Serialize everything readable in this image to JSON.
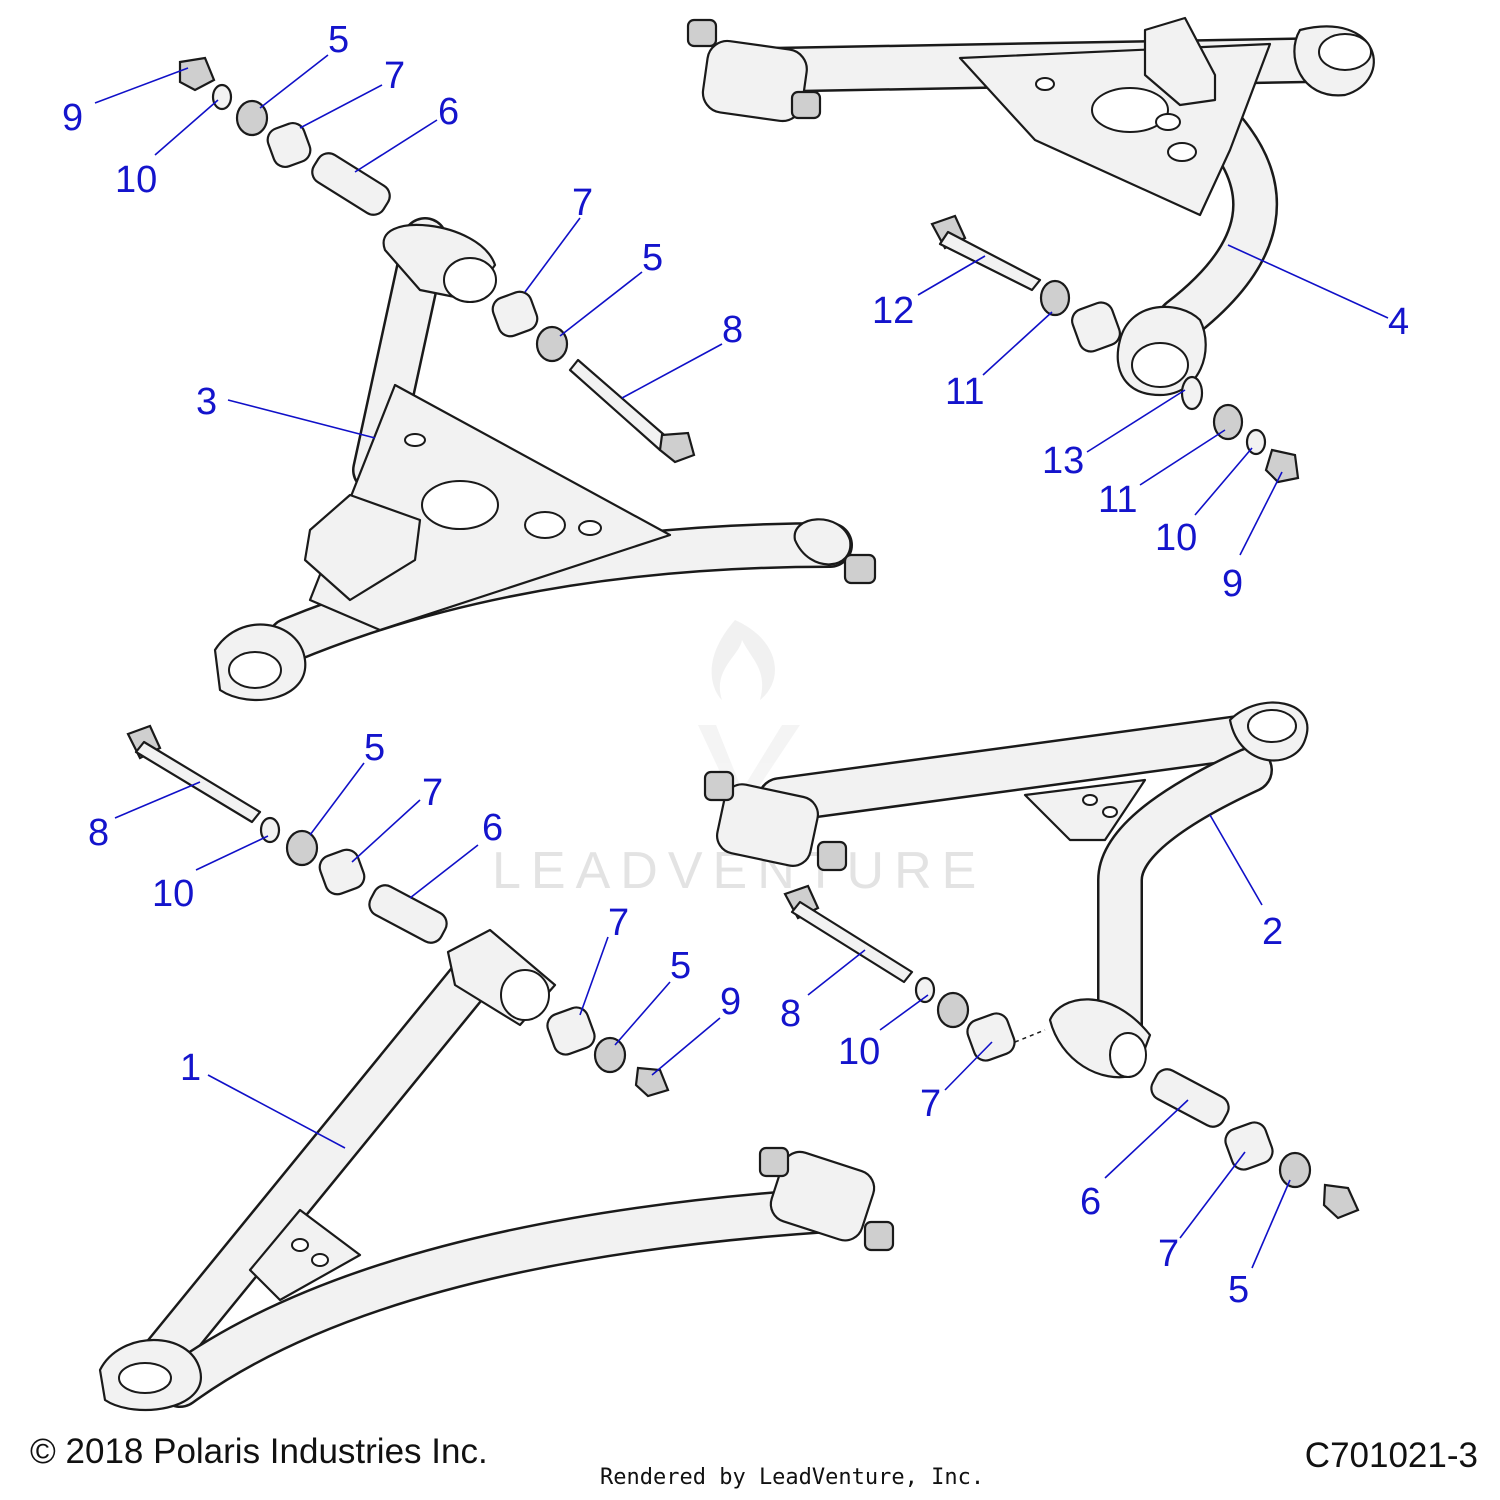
{
  "footer": {
    "copyright": "© 2018 Polaris Industries Inc.",
    "diagram_id": "C701021-3",
    "rendered_by": "Rendered by LeadVenture, Inc."
  },
  "watermark": {
    "text": "LEADVENTURE",
    "icon": "flame-v-logo-icon"
  },
  "callouts": [
    {
      "id": "c9a",
      "label": "9"
    },
    {
      "id": "c5a",
      "label": "5"
    },
    {
      "id": "c7a",
      "label": "7"
    },
    {
      "id": "c10a",
      "label": "10"
    },
    {
      "id": "c6a",
      "label": "6"
    },
    {
      "id": "c7b",
      "label": "7"
    },
    {
      "id": "c5b",
      "label": "5"
    },
    {
      "id": "c8a",
      "label": "8"
    },
    {
      "id": "c3",
      "label": "3"
    },
    {
      "id": "c12",
      "label": "12"
    },
    {
      "id": "c4",
      "label": "4"
    },
    {
      "id": "c11a",
      "label": "11"
    },
    {
      "id": "c13",
      "label": "13"
    },
    {
      "id": "c11b",
      "label": "11"
    },
    {
      "id": "c10b",
      "label": "10"
    },
    {
      "id": "c9b",
      "label": "9"
    },
    {
      "id": "c5c",
      "label": "5"
    },
    {
      "id": "c7c",
      "label": "7"
    },
    {
      "id": "c8b",
      "label": "8"
    },
    {
      "id": "c6b",
      "label": "6"
    },
    {
      "id": "c10c",
      "label": "10"
    },
    {
      "id": "c7d",
      "label": "7"
    },
    {
      "id": "c5d",
      "label": "5"
    },
    {
      "id": "c9c",
      "label": "9"
    },
    {
      "id": "c1",
      "label": "1"
    },
    {
      "id": "c2",
      "label": "2"
    },
    {
      "id": "c8c",
      "label": "8"
    },
    {
      "id": "c10d",
      "label": "10"
    },
    {
      "id": "c7e",
      "label": "7"
    },
    {
      "id": "c6c",
      "label": "6"
    },
    {
      "id": "c7f",
      "label": "7"
    },
    {
      "id": "c5e",
      "label": "5"
    }
  ]
}
